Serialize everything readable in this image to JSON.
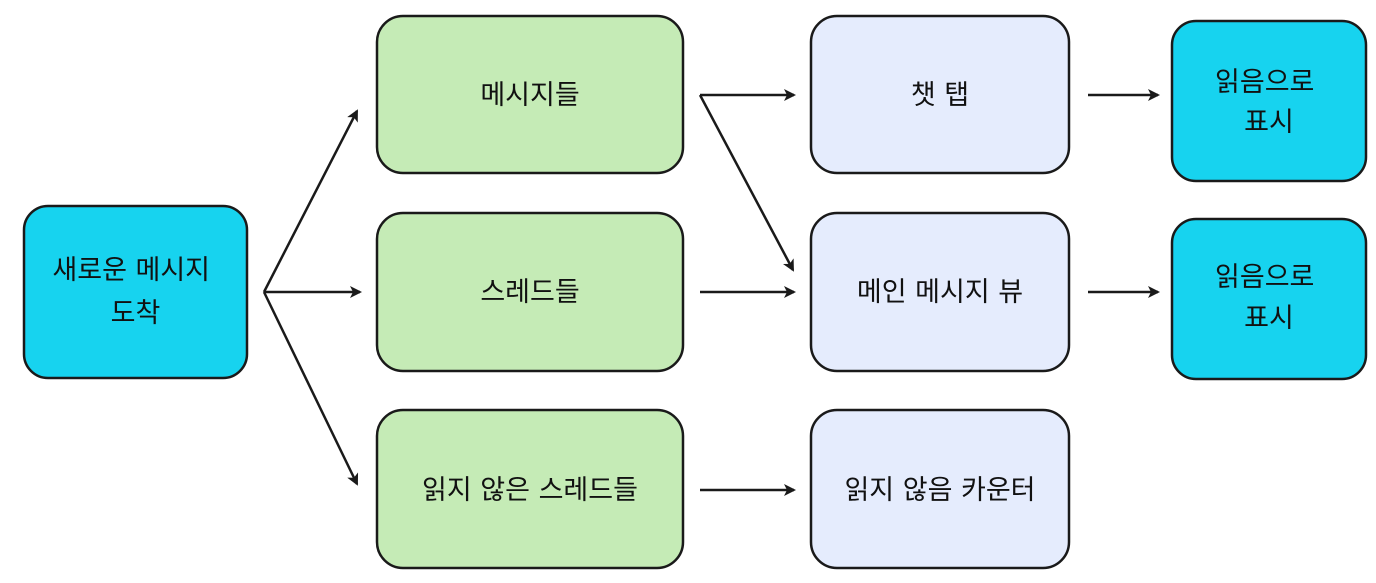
{
  "colors": {
    "cyan": "#17d3ef",
    "green": "#c5ebb6",
    "lavender": "#e5ecfd",
    "stroke": "#1a1a1a"
  },
  "nodes": {
    "new_message": {
      "lines": [
        "새로운 메시지",
        "도착"
      ],
      "color": "cyan"
    },
    "messages": {
      "lines": [
        "메시지들"
      ],
      "color": "green"
    },
    "threads": {
      "lines": [
        "스레드들"
      ],
      "color": "green"
    },
    "unread_threads": {
      "lines": [
        "읽지 않은 스레드들"
      ],
      "color": "green"
    },
    "chat_tab": {
      "lines": [
        "챗 탭"
      ],
      "color": "lavender"
    },
    "main_view": {
      "lines": [
        "메인 메시지 뷰"
      ],
      "color": "lavender"
    },
    "unread_counter": {
      "lines": [
        "읽지 않음 카운터"
      ],
      "color": "lavender"
    },
    "mark_read_1": {
      "lines": [
        "읽음으로",
        "표시"
      ],
      "color": "cyan"
    },
    "mark_read_2": {
      "lines": [
        "읽음으로",
        "표시"
      ],
      "color": "cyan"
    }
  },
  "edges": [
    {
      "from": "new_message",
      "to": "messages"
    },
    {
      "from": "new_message",
      "to": "threads"
    },
    {
      "from": "new_message",
      "to": "unread_threads"
    },
    {
      "from": "messages",
      "to": "chat_tab"
    },
    {
      "from": "messages",
      "to": "main_view"
    },
    {
      "from": "threads",
      "to": "main_view"
    },
    {
      "from": "unread_threads",
      "to": "unread_counter"
    },
    {
      "from": "chat_tab",
      "to": "mark_read_1"
    },
    {
      "from": "main_view",
      "to": "mark_read_2"
    }
  ]
}
